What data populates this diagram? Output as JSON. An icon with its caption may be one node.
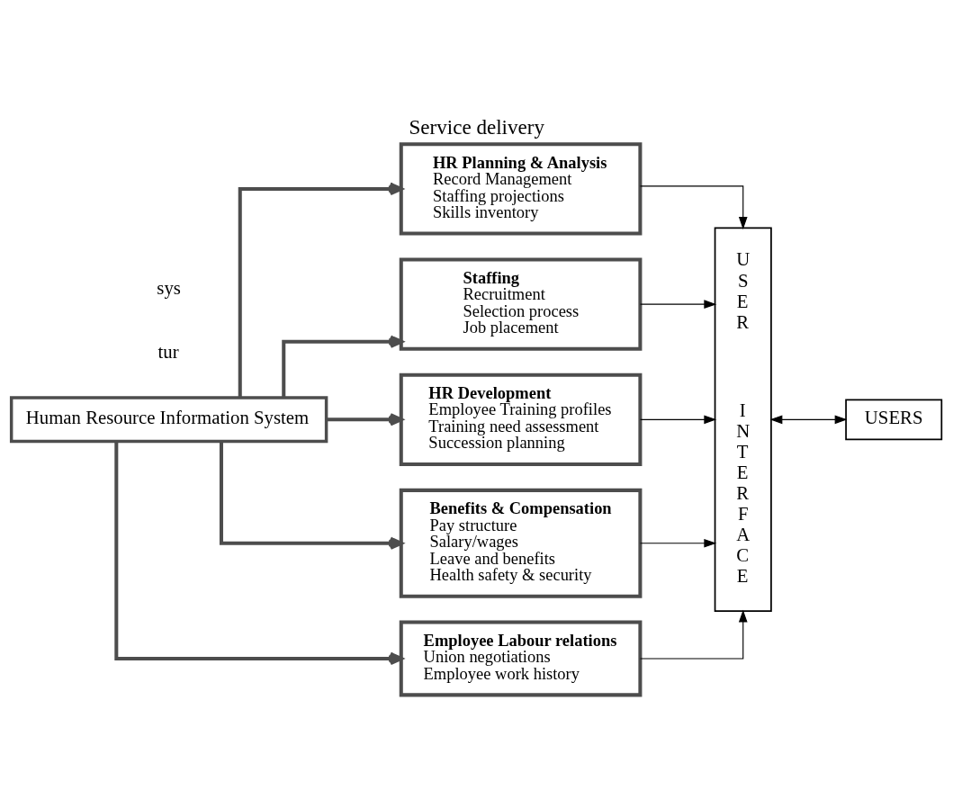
{
  "diagram": {
    "title": "Service delivery",
    "nodes": [
      {
        "text": [
          "Human Resource Information System"
        ]
      },
      {
        "text": [
          "HR Planning & Analysis",
          "Record Management",
          "Staffing projections",
          "Skills inventory"
        ]
      },
      {
        "text": [
          "Staffing",
          "Recruitment",
          "Selection process",
          "Job placement"
        ]
      },
      {
        "text": [
          "HR Development",
          "Employee Training profiles",
          "Training need assessment",
          "Succession planning"
        ]
      },
      {
        "text": [
          "Benefits & Compensation",
          "Pay structure",
          "Salary/wages",
          "Leave and benefits",
          "Health safety & security"
        ]
      },
      {
        "text": [
          "Employee Labour relations",
          "Union negotiations",
          "Employee work history"
        ]
      },
      {
        "text": [
          "USER",
          "INTERFACE"
        ]
      },
      {
        "text": [
          "USERS"
        ]
      }
    ],
    "edges": [
      {
        "from": 0,
        "to": 1,
        "arrow": "to",
        "style": "thick",
        "color": "#4d4d4d"
      },
      {
        "from": 0,
        "to": 2,
        "arrow": "to",
        "style": "thick",
        "color": "#4d4d4d"
      },
      {
        "from": 0,
        "to": 3,
        "arrow": "to",
        "style": "thick",
        "color": "#4d4d4d"
      },
      {
        "from": 0,
        "to": 4,
        "arrow": "to",
        "style": "thick",
        "color": "#4d4d4d"
      },
      {
        "from": 0,
        "to": 5,
        "arrow": "to",
        "style": "thick",
        "color": "#4d4d4d"
      },
      {
        "from": 1,
        "to": 6,
        "arrow": "to"
      },
      {
        "from": 2,
        "to": 6,
        "arrow": "to"
      },
      {
        "from": 3,
        "to": 6,
        "arrow": "to"
      },
      {
        "from": 4,
        "to": 6,
        "arrow": "to"
      },
      {
        "from": 5,
        "to": 6,
        "arrow": "to"
      },
      {
        "from": 6,
        "to": 7,
        "arrow": "both"
      }
    ],
    "labels": [
      "tur",
      "sys"
    ]
  }
}
